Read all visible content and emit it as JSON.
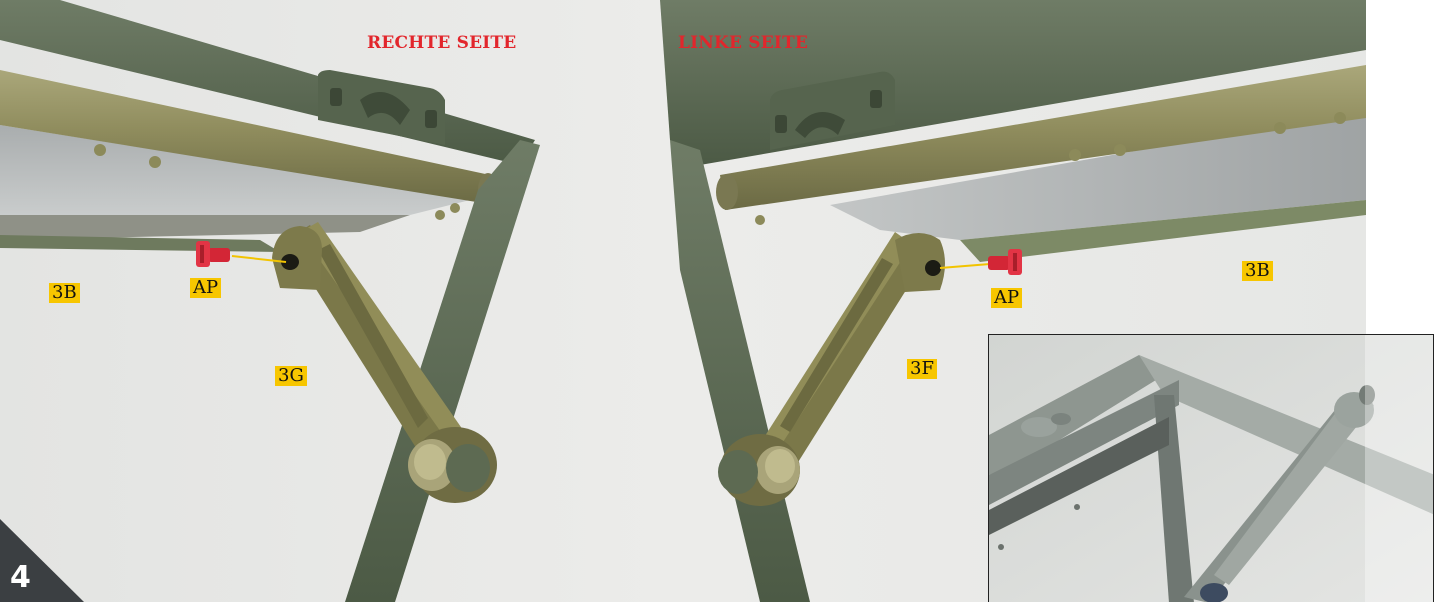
{
  "headings": {
    "right_side": "RECHTE SEITE",
    "left_side": "LINKE SEITE"
  },
  "labels": {
    "part_3b_left": "3B",
    "part_ap_left": "AP",
    "part_3g": "3G",
    "part_3b_right": "3B",
    "part_ap_right": "AP",
    "part_3f": "3F"
  },
  "step": {
    "number": "4"
  },
  "colors": {
    "heading_red": "#e2262c",
    "label_yellow": "#f7c600",
    "frame_green": "#5b6a52",
    "bar_khaki": "#8c8a5c",
    "panel_grey": "#b4b7b6",
    "pin_red": "#d32636",
    "badge_dark": "#3b3f42"
  }
}
